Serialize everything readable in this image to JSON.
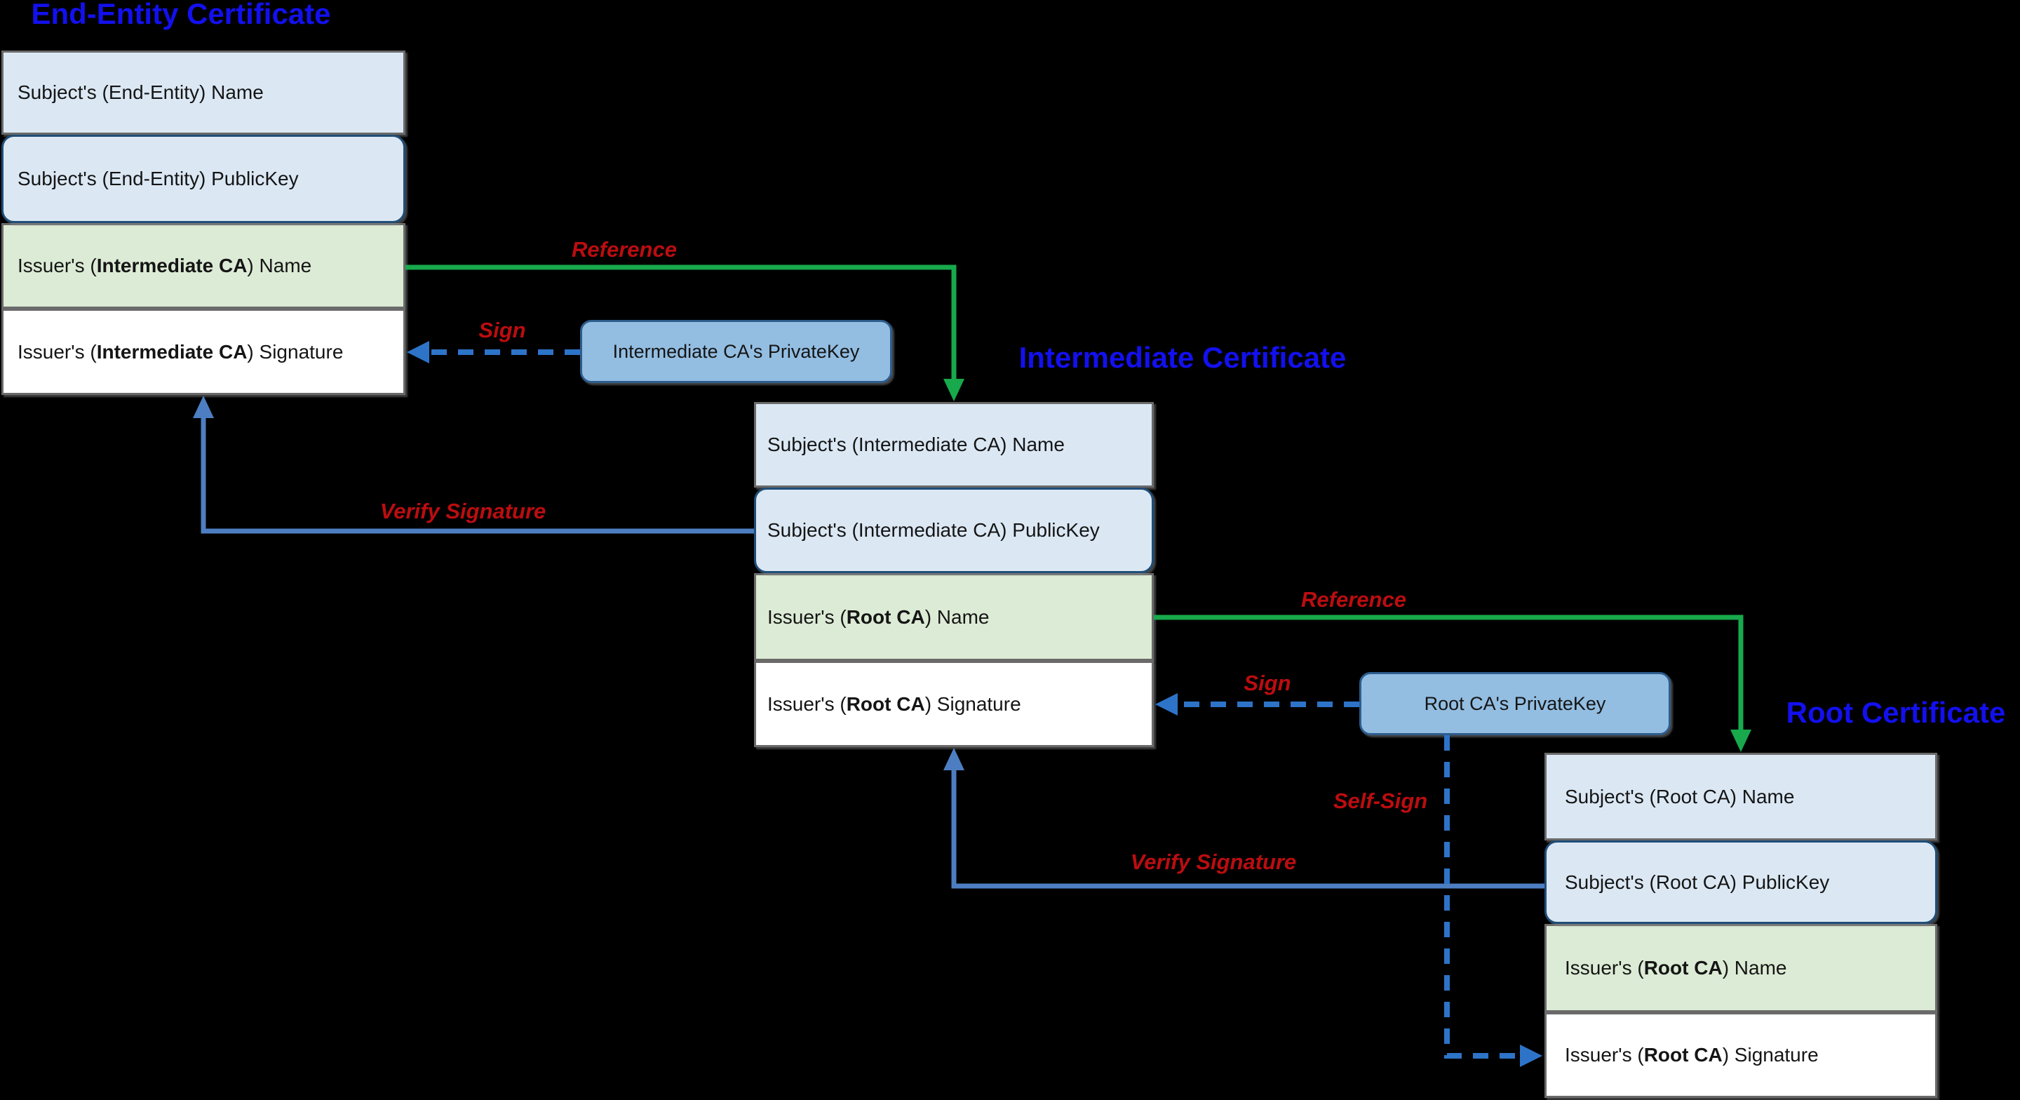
{
  "diagram": {
    "certificates": [
      {
        "title": "End-Entity Certificate",
        "rows": [
          {
            "pre": "Subject's (End-Entity) Name",
            "bold": "",
            "post": ""
          },
          {
            "pre": "Subject's (End-Entity) PublicKey",
            "bold": "",
            "post": ""
          },
          {
            "pre": "Issuer's (",
            "bold": "Intermediate CA",
            "post": ") Name"
          },
          {
            "pre": "Issuer's (",
            "bold": "Intermediate CA",
            "post": ") Signature"
          }
        ]
      },
      {
        "title": "Intermediate Certificate",
        "rows": [
          {
            "pre": "Subject's (Intermediate CA) Name",
            "bold": "",
            "post": ""
          },
          {
            "pre": "Subject's (Intermediate CA) PublicKey",
            "bold": "",
            "post": ""
          },
          {
            "pre": "Issuer's (",
            "bold": "Root CA",
            "post": ") Name"
          },
          {
            "pre": "Issuer's (",
            "bold": "Root CA",
            "post": ") Signature"
          }
        ]
      },
      {
        "title": "Root Certificate",
        "rows": [
          {
            "pre": "Subject's (Root CA) Name",
            "bold": "",
            "post": ""
          },
          {
            "pre": "Subject's (Root CA) PublicKey",
            "bold": "",
            "post": ""
          },
          {
            "pre": "Issuer's (",
            "bold": "Root CA",
            "post": ") Name"
          },
          {
            "pre": "Issuer's (",
            "bold": "Root CA",
            "post": ") Signature"
          }
        ]
      }
    ],
    "private_keys": [
      {
        "label": "Intermediate CA's PrivateKey"
      },
      {
        "label": "Root CA's PrivateKey"
      }
    ],
    "edge_labels": {
      "reference_1": "Reference",
      "sign_1": "Sign",
      "verify_1": "Verify Signature",
      "reference_2": "Reference",
      "sign_2": "Sign",
      "verify_2": "Verify Signature",
      "self_sign": "Self-Sign"
    },
    "colors": {
      "background": "#000000",
      "title_blue": "#1310ee",
      "label_red": "#bb0d10",
      "reference_green": "#17a94c",
      "verify_blue": "#4d7ec2",
      "sign_blue": "#2d74c9",
      "cell_blue_fill": "#dbe8f4",
      "cell_green_fill": "#dcebd5",
      "cell_white_fill": "#ffffff",
      "cell_border_gray": "#6a6a6a",
      "publickey_border_navy": "#1f4e79",
      "privatekey_fill": "#93bee2",
      "privatekey_border": "#2e5d8d"
    }
  }
}
